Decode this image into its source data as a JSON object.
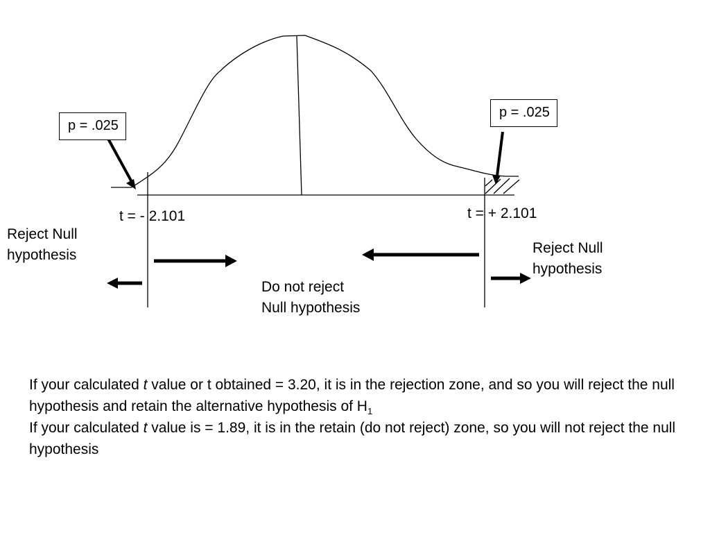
{
  "labels": {
    "p_left": "p = .025",
    "p_right": "p = .025",
    "t_left": "t = - 2.101",
    "t_right": "t = + 2.101",
    "reject_left_line1": "Reject Null",
    "reject_left_line2": "hypothesis",
    "reject_right_line1": "Reject Null",
    "reject_right_line2": "hypothesis",
    "do_not_reject_line1": "Do not reject",
    "do_not_reject_line2": "Null hypothesis"
  },
  "explanation": {
    "line1_prefix": "If your calculated ",
    "line1_italic": "t",
    "line1_suffix": " value or t obtained = 3.20, it is in the rejection zone, and so you will reject the null hypothesis and retain the alternative hypothesis of H",
    "line1_sub": "1",
    "line2_prefix": "If your calculated ",
    "line2_italic": "t",
    "line2_suffix": " value is = 1.89, it is in the retain (do not reject) zone, so you will not reject the null hypothesis"
  }
}
